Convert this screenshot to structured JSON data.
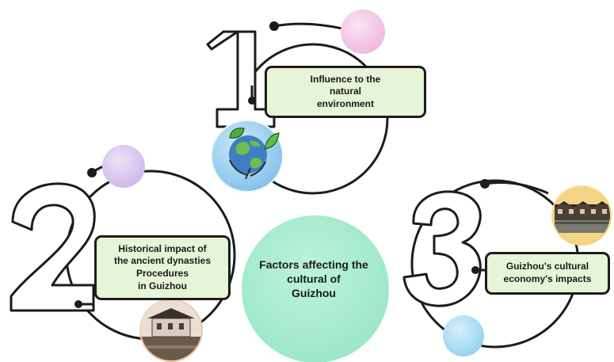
{
  "center": {
    "title": "Factors affecting the\ncultural of\nGuizhou",
    "color": "#a8ecd0"
  },
  "factors": [
    {
      "number": "1",
      "label": "Influence to the\nnatural\nenvironment",
      "icon": "earth-with-leaves-icon",
      "bubble_color": "#f2c4e4"
    },
    {
      "number": "2",
      "label": "Historical impact of\nthe ancient dynasties\nProcedures\nin Guizhou",
      "icon": "ancient-building-photo",
      "bubble_color": "#d9c6ee"
    },
    {
      "number": "3",
      "label": "Guizhou's  cultural\neconomy's impacts",
      "icon": "waterfront-town-photo",
      "bubble_color": "#a8dcf0"
    }
  ],
  "colors": {
    "box_fill": "#e6f4d7",
    "outline": "#1c1c1c",
    "icon_circle_1": "#9ccdee",
    "icon_circle_2": "#f5cdb0",
    "icon_circle_3": "#f8dc80"
  }
}
